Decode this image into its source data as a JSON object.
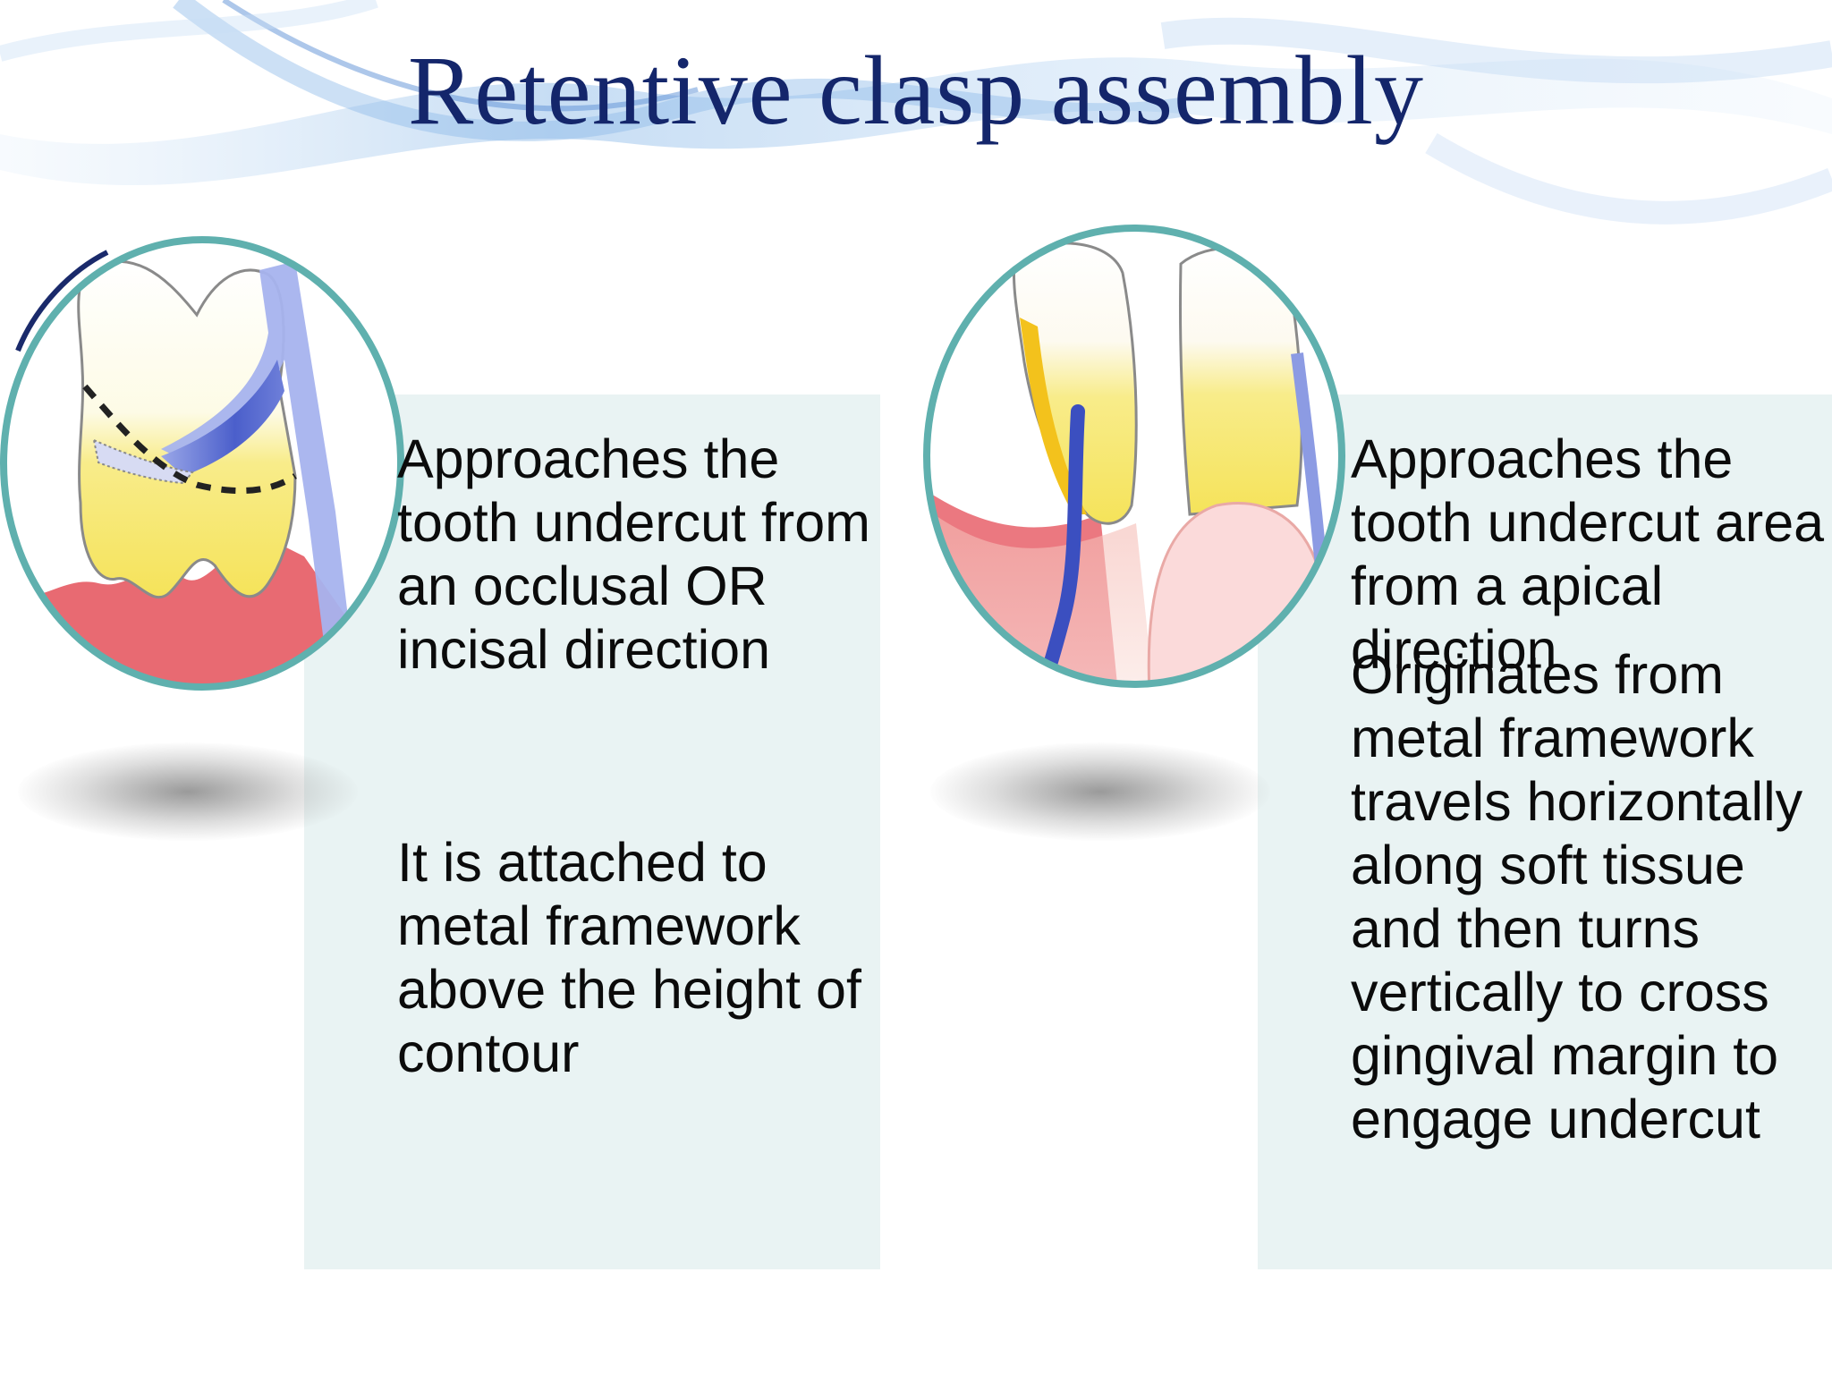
{
  "slide": {
    "title": "Retentive clasp assembly",
    "left": {
      "illustration_icon": "occlusal-approach-clasp-diagram",
      "text_1": "Approaches the tooth undercut from an occlusal OR  incisal direction",
      "text_2": "It is attached to metal framework above the height of contour"
    },
    "right": {
      "illustration_icon": "gingival-approach-clasp-diagram",
      "text_1": "Approaches the tooth undercut area from a apical direction",
      "text_2": "Originates from metal framework travels horizontally along soft tissue and then turns vertically to cross gingival margin to engage undercut"
    }
  },
  "colors": {
    "title": "#14266b",
    "panel": "#e9f3f3",
    "circle_border": "#5fb0ae",
    "clasp_blue": "#4a5ec8",
    "tooth_yellow": "#f7e97a",
    "gingiva_red": "#e8606a"
  }
}
